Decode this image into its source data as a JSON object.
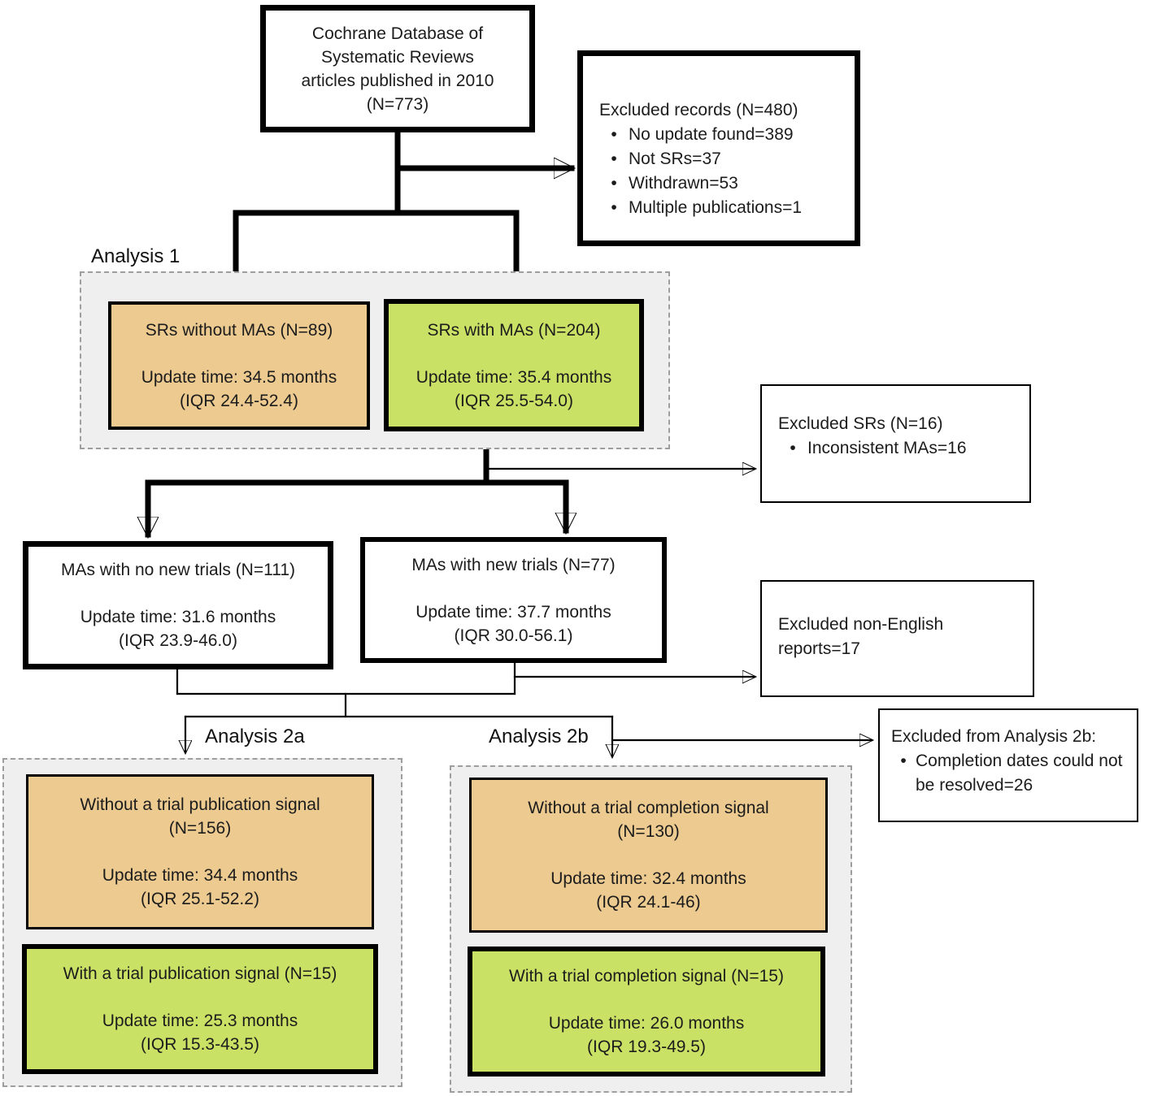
{
  "colors": {
    "tan": "#ecca90",
    "green": "#c9e265",
    "zone": "#efefef",
    "dash": "#9e9e9e",
    "line": "#000000"
  },
  "source_box": {
    "line1": "Cochrane Database of",
    "line2": "Systematic Reviews",
    "line3": "articles published in 2010",
    "line4": "(N=773)"
  },
  "excluded_records": {
    "title": "Excluded records (N=480)",
    "bullets": [
      "No update found=389",
      "Not SRs=37",
      "Withdrawn=53",
      "Multiple publications=1"
    ]
  },
  "analysis1": {
    "label": "Analysis 1",
    "srs_without_mas": {
      "title": "SRs without MAs (N=89)",
      "update": "Update time: 34.5 months",
      "iqr": "(IQR 24.4-52.4)"
    },
    "srs_with_mas": {
      "title": "SRs with MAs (N=204)",
      "update": "Update time: 35.4 months",
      "iqr": "(IQR 25.5-54.0)"
    }
  },
  "excluded_srs": {
    "title": "Excluded SRs (N=16)",
    "bullets": [
      "Inconsistent MAs=16"
    ]
  },
  "mas_no_new_trials": {
    "title": "MAs with no new trials (N=111)",
    "update": "Update time: 31.6 months",
    "iqr": "(IQR 23.9-46.0)"
  },
  "mas_new_trials": {
    "title": "MAs with new trials (N=77)",
    "update": "Update time: 37.7 months",
    "iqr": "(IQR 30.0-56.1)"
  },
  "excluded_non_english": {
    "text": "Excluded non-English reports=17"
  },
  "analysis2a": {
    "label": "Analysis 2a",
    "without_signal": {
      "title": "Without a trial publication signal",
      "n": "(N=156)",
      "update": "Update time: 34.4 months",
      "iqr": "(IQR 25.1-52.2)"
    },
    "with_signal": {
      "title": "With a trial publication signal (N=15)",
      "update": "Update time: 25.3 months",
      "iqr": "(IQR 15.3-43.5)"
    }
  },
  "analysis2b": {
    "label": "Analysis 2b",
    "without_signal": {
      "title": "Without a trial completion signal",
      "n": "(N=130)",
      "update": "Update time: 32.4 months",
      "iqr": "(IQR 24.1-46)"
    },
    "with_signal": {
      "title": "With a trial completion signal (N=15)",
      "update": "Update time: 26.0 months",
      "iqr": "(IQR 19.3-49.5)"
    }
  },
  "excluded_analysis2b": {
    "title": "Excluded from Analysis 2b:",
    "bullets": [
      "Completion dates could not be resolved=26"
    ]
  }
}
